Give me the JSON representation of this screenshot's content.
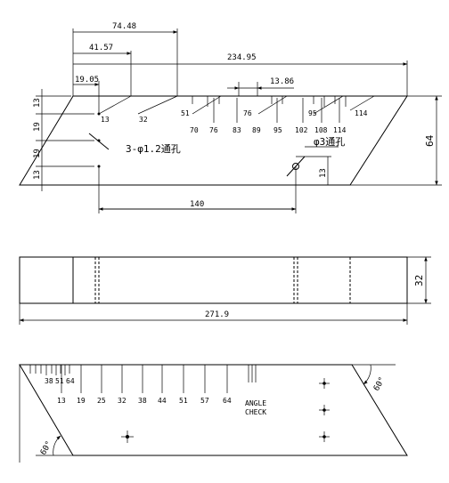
{
  "top_view": {
    "dims": {
      "d_74_48": "74.48",
      "d_41_57": "41.57",
      "d_234_95": "234.95",
      "d_19_05": "19.05",
      "d_13_86": "13.86",
      "d_140": "140",
      "d_64": "64",
      "d_13a": "13",
      "d_19": "19",
      "d_19b": "19",
      "d_13b": "13",
      "d_13c": "13"
    },
    "hole_labels": [
      "13",
      "32"
    ],
    "scale_labels": [
      "51",
      "70",
      "76",
      "76",
      "83",
      "89",
      "95",
      "95",
      "102",
      "108",
      "114",
      "114"
    ],
    "note_holes_small": "3-φ1.2通孔",
    "note_hole_large": "φ3通孔"
  },
  "middle_view": {
    "dims": {
      "length": "271.9",
      "width": "32"
    }
  },
  "bottom_view": {
    "top_marks": [
      "38",
      "51",
      "64"
    ],
    "scale_labels": [
      "13",
      "19",
      "25",
      "32",
      "38",
      "44",
      "51",
      "57",
      "64"
    ],
    "angle_check": [
      "ANGLE",
      "CHECK"
    ],
    "angle_right": "60°",
    "angle_left": "60°"
  }
}
